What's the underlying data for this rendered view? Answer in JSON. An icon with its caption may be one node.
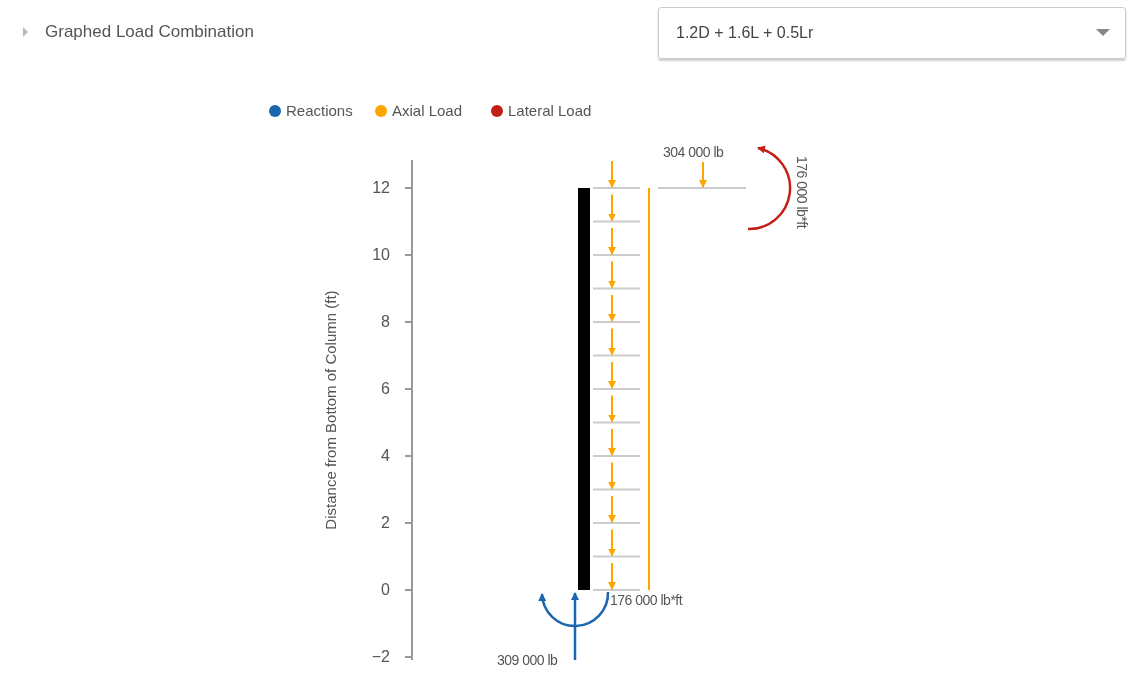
{
  "diagram": {
    "labels": [
      "Graphed Load Combination",
      "1.2D + 1.6L + 0.5Lr",
      "304 000 lb",
      "176 000 lb*ft",
      "12",
      "10",
      "8",
      "6",
      "4",
      "2",
      "0",
      "−2",
      "Distance from Bottom of Column (ft)",
      "176 000 lb*ft",
      "309 000 lb"
    ],
    "legend": [
      {
        "text": "Reactions",
        "color": "#1a66b0"
      },
      {
        "text": "Axial Load",
        "color": "#ffa500"
      },
      {
        "text": "Lateral Load",
        "color": "#c21f16"
      }
    ]
  }
}
